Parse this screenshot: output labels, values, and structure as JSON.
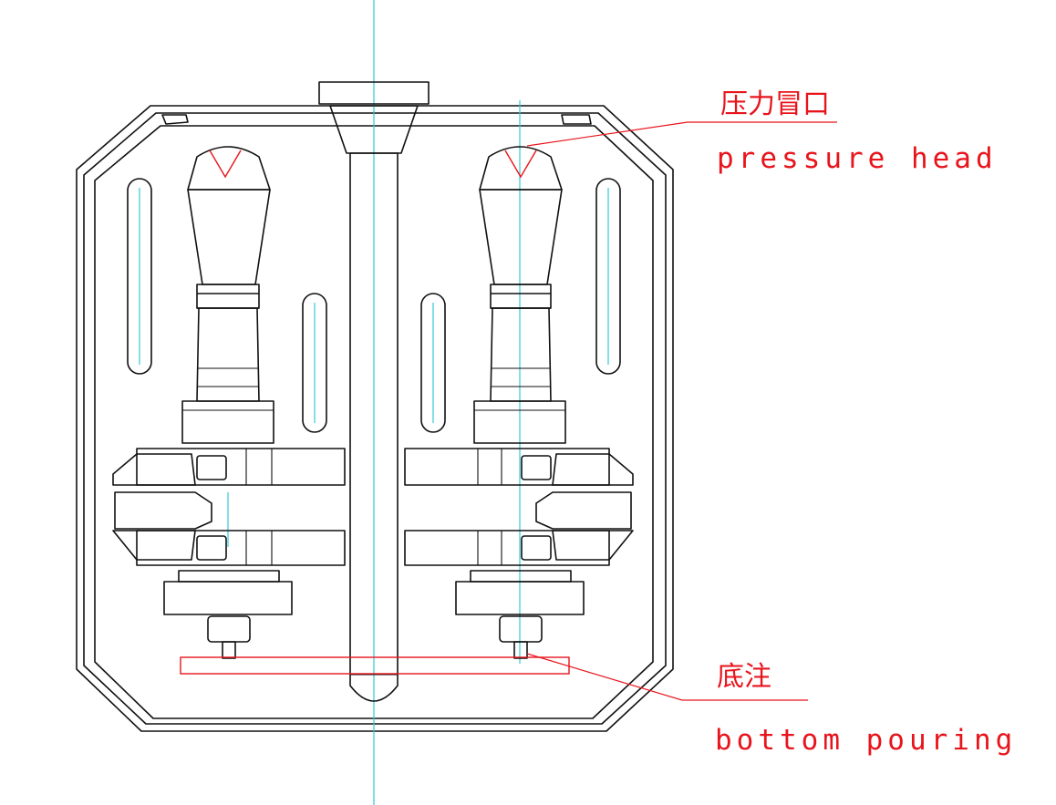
{
  "colors": {
    "outline": "#111111",
    "centerline": "#32c8d8",
    "annotation": "#e8141c",
    "background": "#ffffff"
  },
  "annotations": {
    "pressure_head": {
      "cn": "压力冒口",
      "en": "pressure head"
    },
    "bottom_pouring": {
      "cn": "底注",
      "en": "bottom pouring"
    }
  }
}
